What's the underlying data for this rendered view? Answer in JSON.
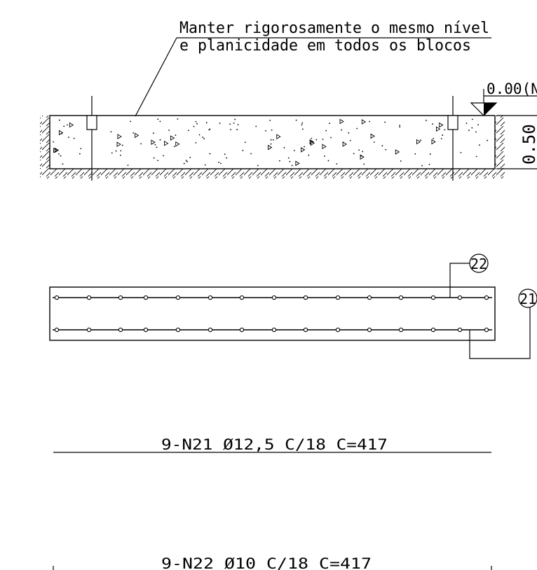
{
  "note": {
    "line1": "Manter rigorosamente o mesmo nível",
    "line2": "e planicidade em todos os blocos"
  },
  "level": {
    "label": "0.00(N"
  },
  "dimension": {
    "height": "0.50"
  },
  "plan": {
    "bar_top_tag": "22",
    "bar_bottom_tag": "21"
  },
  "schedule": {
    "bar_n21": "9-N21  Ø12,5  C/18  C=417",
    "bar_n22": "9-N22  Ø10  C/18  C=417"
  },
  "colors": {
    "line": "#000000",
    "background": "#ffffff"
  }
}
